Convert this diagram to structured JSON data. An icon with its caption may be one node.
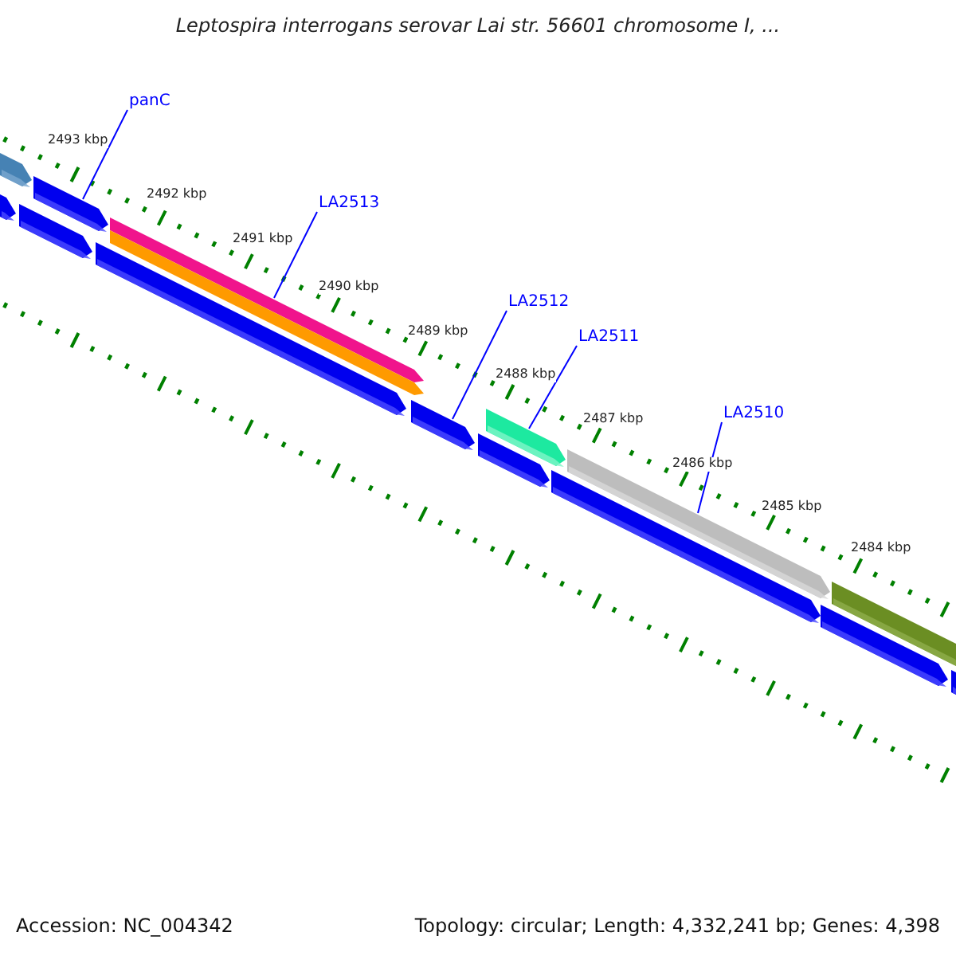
{
  "diagram": {
    "title": "Leptospira interrogans serovar Lai str. 56601 chromosome I, ...",
    "nodes": [
      {
        "text": [
          "panC"
        ]
      },
      {
        "text": [
          "LA2513"
        ]
      },
      {
        "text": [
          "LA2512"
        ]
      },
      {
        "text": [
          "LA2511"
        ]
      },
      {
        "text": [
          "LA2510"
        ]
      },
      {
        "text": [],
        "shape": "bar"
      },
      {
        "text": [],
        "shape": "bar"
      },
      {
        "text": [],
        "shape": "bar"
      },
      {
        "text": [],
        "shape": "bar"
      },
      {
        "text": [],
        "shape": "bar"
      },
      {
        "text": [],
        "shape": "bar"
      },
      {
        "text": [],
        "shape": "bar"
      },
      {
        "text": [],
        "shape": "bar"
      },
      {
        "text": [],
        "shape": "bar"
      },
      {
        "text": [],
        "shape": "bar"
      },
      {
        "text": [],
        "shape": "bar"
      },
      {
        "text": [],
        "shape": "bar"
      },
      {
        "text": [],
        "shape": "bar"
      },
      {
        "text": [],
        "shape": "bar"
      }
    ],
    "edges": [
      {
        "from": 0,
        "to": 8,
        "arrow": "none"
      },
      {
        "from": 1,
        "to": 10,
        "arrow": "none"
      },
      {
        "from": 2,
        "to": 11,
        "arrow": "none"
      },
      {
        "from": 3,
        "to": 13,
        "arrow": "none"
      },
      {
        "from": 4,
        "to": 15,
        "arrow": "none"
      }
    ],
    "labels": [
      "2493 kbp",
      "2492 kbp",
      "2491 kbp",
      "2490 kbp",
      "2489 kbp",
      "2488 kbp",
      "2487 kbp",
      "2486 kbp",
      "2485 kbp",
      "2484 kbp",
      "Accession: NC_004342",
      "Topology: circular; Length: 4,332,241 bp; Genes: 4,398"
    ]
  }
}
